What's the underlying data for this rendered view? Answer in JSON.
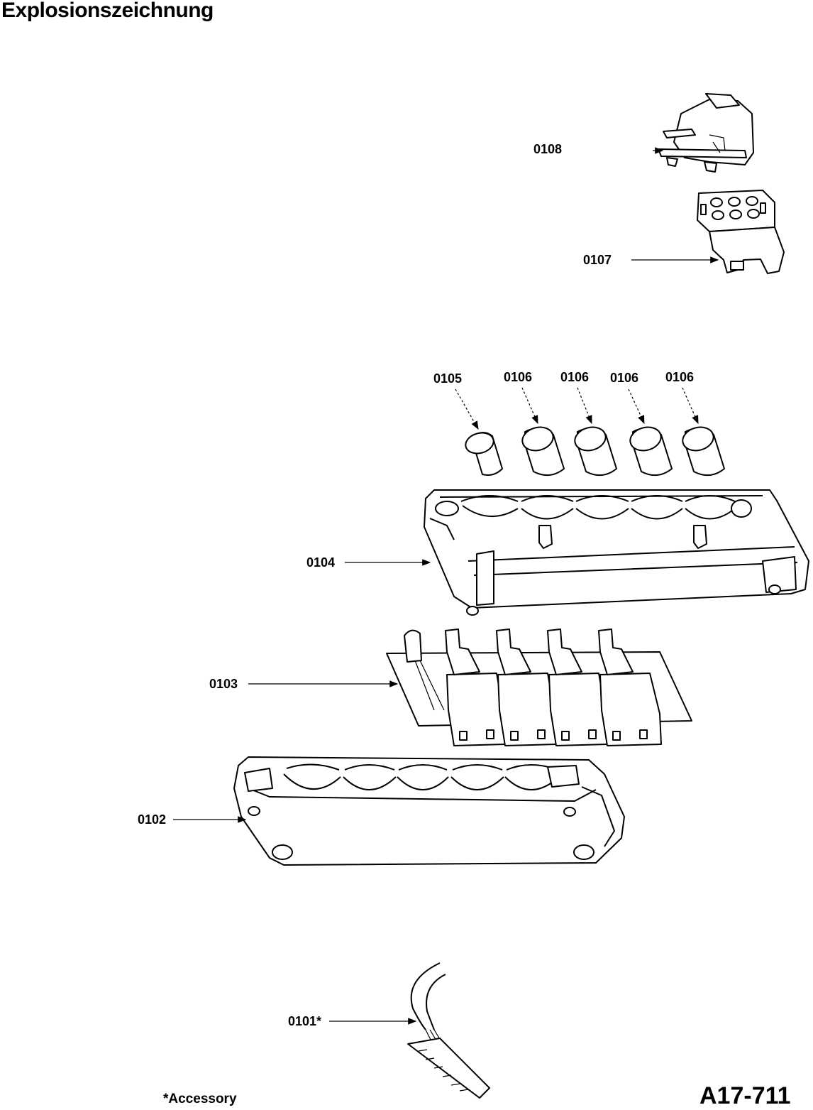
{
  "title": "Explosionszeichnung",
  "parts": {
    "p0108": "0108",
    "p0107": "0107",
    "p0105": "0105",
    "p0106_a": "0106",
    "p0106_b": "0106",
    "p0106_c": "0106",
    "p0106_d": "0106",
    "p0104": "0104",
    "p0103": "0103",
    "p0102": "0102",
    "p0101": "0101*"
  },
  "footer": {
    "accessory_note": "*Accessory",
    "document_number": "A17-711"
  }
}
